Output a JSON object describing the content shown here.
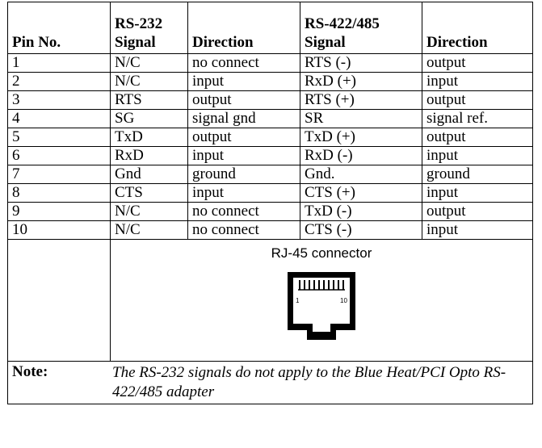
{
  "headers": {
    "pin_no": "Pin No.",
    "rs232_line1": "RS-232",
    "rs232_line2": "Signal",
    "direction1": "Direction",
    "rs422_line1": "RS-422/485",
    "rs422_line2": "Signal",
    "direction2": "Direction"
  },
  "rows": [
    {
      "pin": "1",
      "rs232": "N/C",
      "dir232": "no connect",
      "rs422": "RTS (-)",
      "dir422": "output"
    },
    {
      "pin": "2",
      "rs232": "N/C",
      "dir232": "input",
      "rs422": "RxD (+)",
      "dir422": "input"
    },
    {
      "pin": "3",
      "rs232": "RTS",
      "dir232": "output",
      "rs422": "RTS (+)",
      "dir422": "output"
    },
    {
      "pin": "4",
      "rs232": "SG",
      "dir232": "signal gnd",
      "rs422": "SR",
      "dir422": "signal ref."
    },
    {
      "pin": "5",
      "rs232": "TxD",
      "dir232": "output",
      "rs422": "TxD (+)",
      "dir422": "output"
    },
    {
      "pin": "6",
      "rs232": "RxD",
      "dir232": "input",
      "rs422": "RxD (-)",
      "dir422": "input"
    },
    {
      "pin": "7",
      "rs232": "Gnd",
      "dir232": "ground",
      "rs422": "Gnd.",
      "dir422": "ground"
    },
    {
      "pin": "8",
      "rs232": "CTS",
      "dir232": "input",
      "rs422": "CTS (+)",
      "dir422": "input"
    },
    {
      "pin": "9",
      "rs232": "N/C",
      "dir232": "no connect",
      "rs422": "TxD (-)",
      "dir422": "output"
    },
    {
      "pin": "10",
      "rs232": "N/C",
      "dir232": "no connect",
      "rs422": "CTS (-)",
      "dir422": "input"
    }
  ],
  "connector": {
    "caption": "RJ-45 connector",
    "pin_first": "1",
    "pin_last": "10",
    "icon": "rj45-connector-icon"
  },
  "note": {
    "label": "Note:",
    "text": "The RS-232 signals do not apply to the Blue Heat/PCI Opto RS-422/485 adapter"
  }
}
